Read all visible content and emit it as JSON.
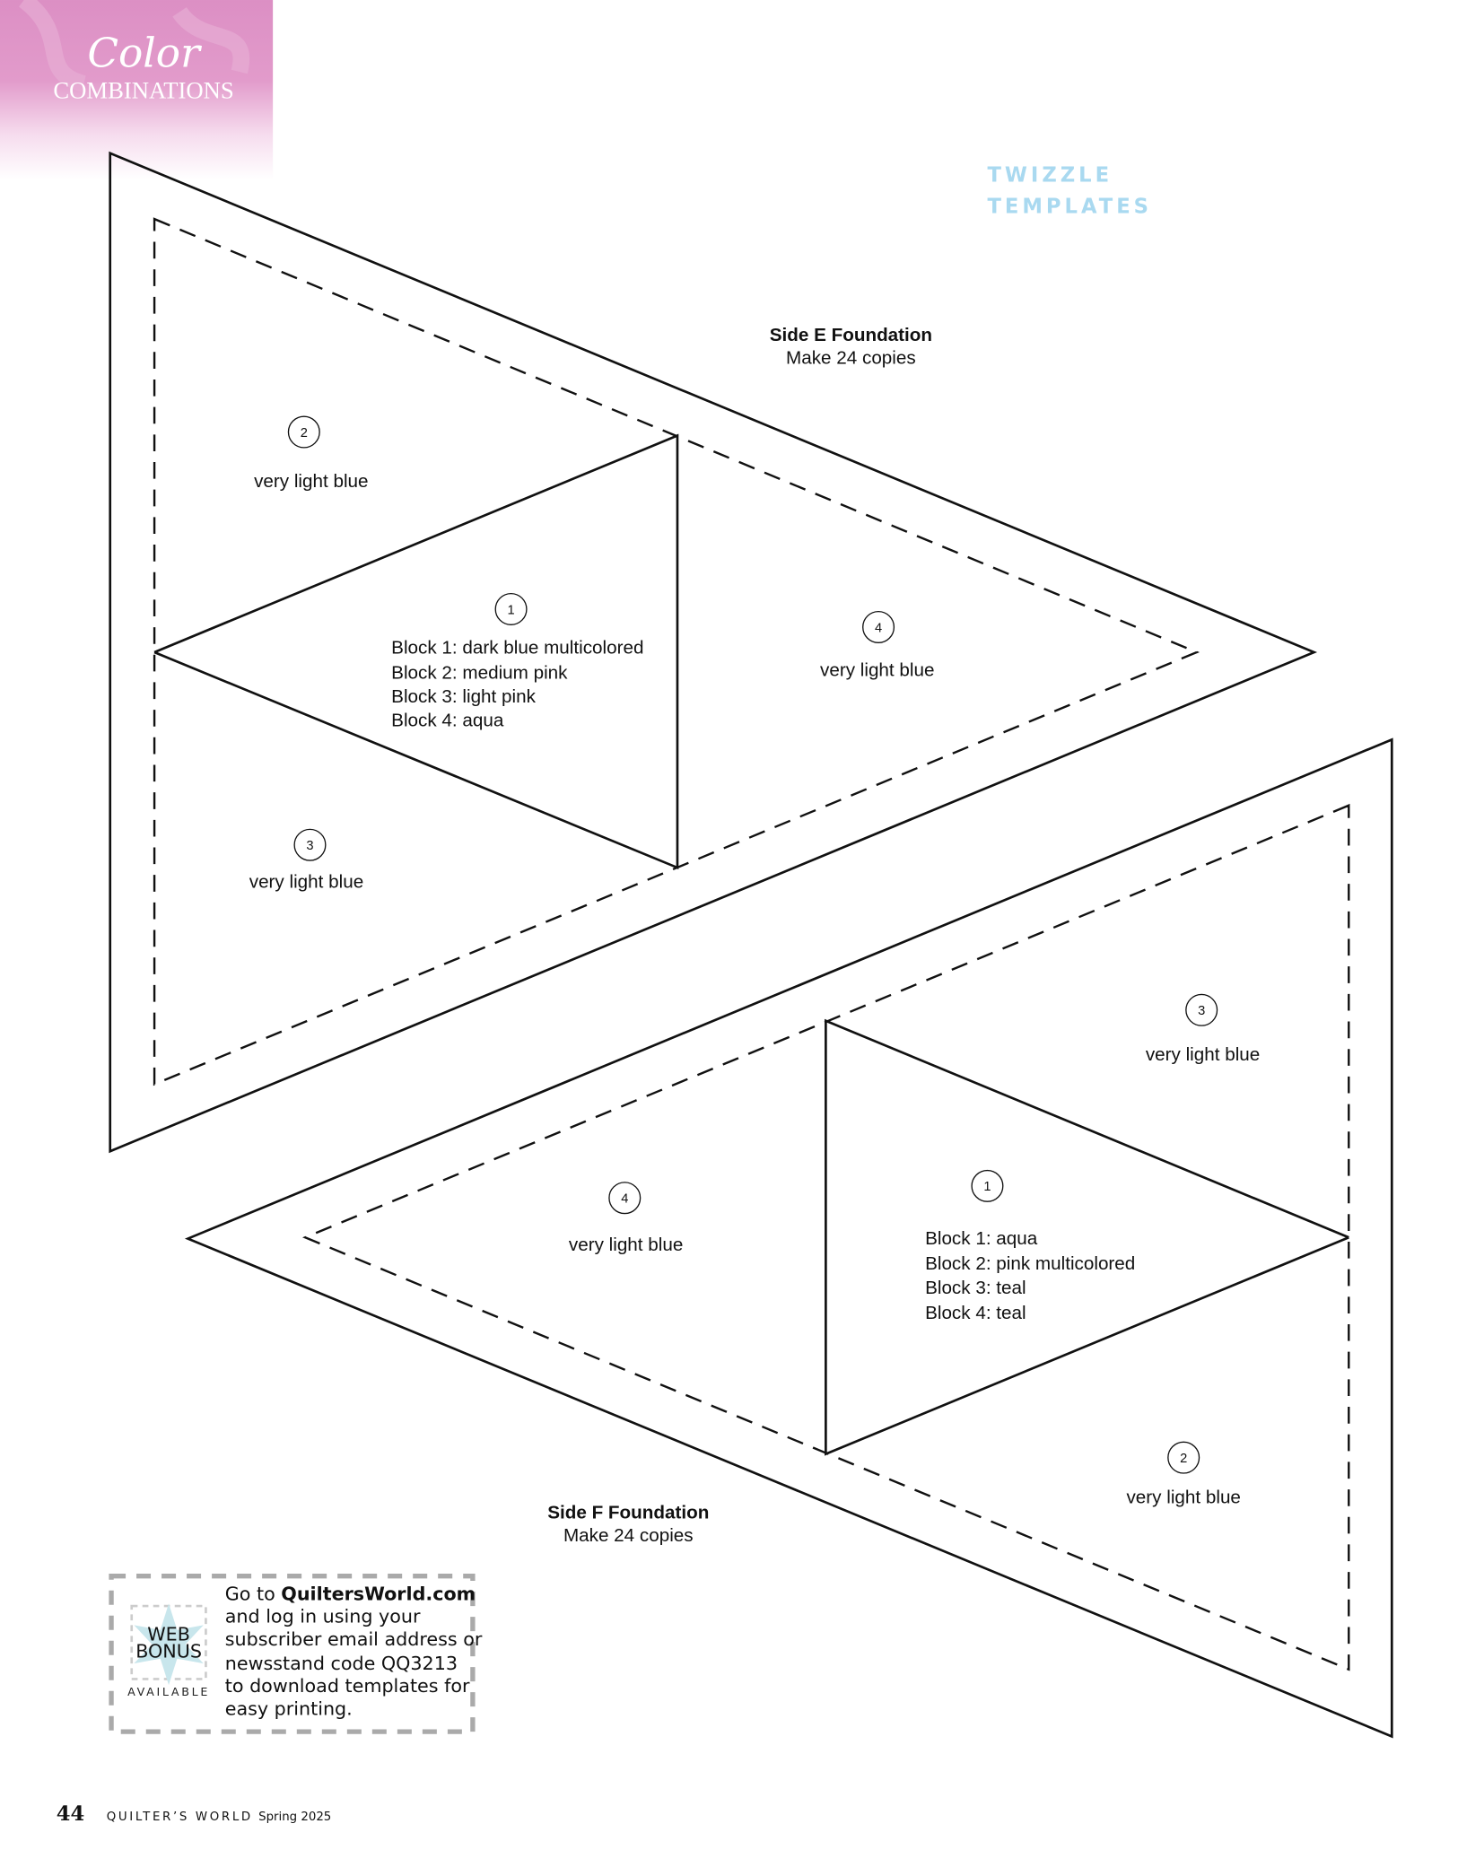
{
  "header": {
    "line1": "Color",
    "line2": "COMBINATIONS"
  },
  "section_title": {
    "line1": "TWIZZLE",
    "line2": "TEMPLATES"
  },
  "side_e": {
    "title": "Side E Foundation",
    "subtitle": "Make 24 copies",
    "pieces": [
      {
        "num": "1",
        "lines": [
          "Block 1: dark blue multicolored",
          "Block 2: medium pink",
          "Block 3: light pink",
          "Block 4: aqua"
        ]
      },
      {
        "num": "2",
        "label": "very light blue"
      },
      {
        "num": "3",
        "label": "very light blue"
      },
      {
        "num": "4",
        "label": "very light blue"
      }
    ]
  },
  "side_f": {
    "title": "Side F Foundation",
    "subtitle": "Make 24 copies",
    "pieces": [
      {
        "num": "1",
        "lines": [
          "Block 1: aqua",
          "Block 2: pink multicolored",
          "Block 3: teal",
          "Block 4: teal"
        ]
      },
      {
        "num": "2",
        "label": "very light blue"
      },
      {
        "num": "3",
        "label": "very light blue"
      },
      {
        "num": "4",
        "label": "very light blue"
      }
    ]
  },
  "web_bonus": {
    "badge_line1": "WEB",
    "badge_line2": "BONUS",
    "badge_line3": "AVAILABLE",
    "text_prefix": "Go to ",
    "site": "QuiltersWorld.com",
    "lines": [
      "and log in using your",
      "subscriber email address or",
      "newsstand code QQ3213",
      "to download templates for",
      "easy printing."
    ]
  },
  "footer": {
    "page_number": "44",
    "magazine": "QUILTER’S WORLD",
    "issue": "Spring 2025"
  },
  "colors": {
    "header_pink": "#dc8fc4",
    "title_blue": "#a9d9f0",
    "star": "#c8e6ec"
  }
}
